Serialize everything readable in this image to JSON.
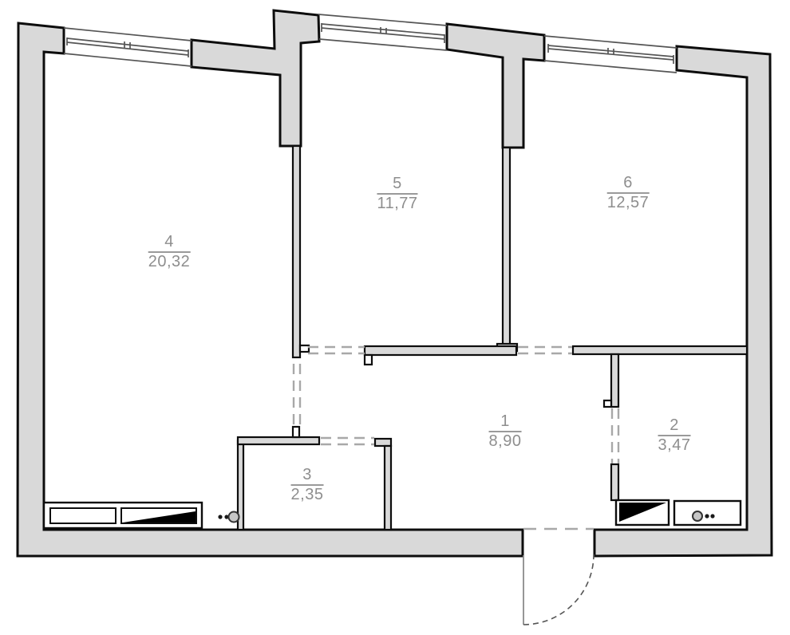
{
  "plan_type": "apartment-floor-plan",
  "rooms": [
    {
      "number": "1",
      "area": "8,90"
    },
    {
      "number": "2",
      "area": "3,47"
    },
    {
      "number": "3",
      "area": "2,35"
    },
    {
      "number": "4",
      "area": "20,32"
    },
    {
      "number": "5",
      "area": "11,77"
    },
    {
      "number": "6",
      "area": "12,57"
    }
  ],
  "fixtures": [
    {
      "name": "kitchen-counter"
    },
    {
      "name": "kitchen-drainboard"
    },
    {
      "name": "cooktop-knobs"
    },
    {
      "name": "bathtub"
    },
    {
      "name": "washbasin"
    },
    {
      "name": "entrance-door-swing"
    }
  ],
  "windows": [
    {
      "name": "window-room-4"
    },
    {
      "name": "window-room-5"
    },
    {
      "name": "window-room-6"
    }
  ],
  "colors": {
    "wall_fill": "#d9d9d9",
    "wall_outline": "#0d0d0d",
    "label_text": "#8e8e8e",
    "dashed_opening": "#a8a8a8",
    "window_line": "#555555",
    "knob_fill": "#c6c6c6"
  }
}
